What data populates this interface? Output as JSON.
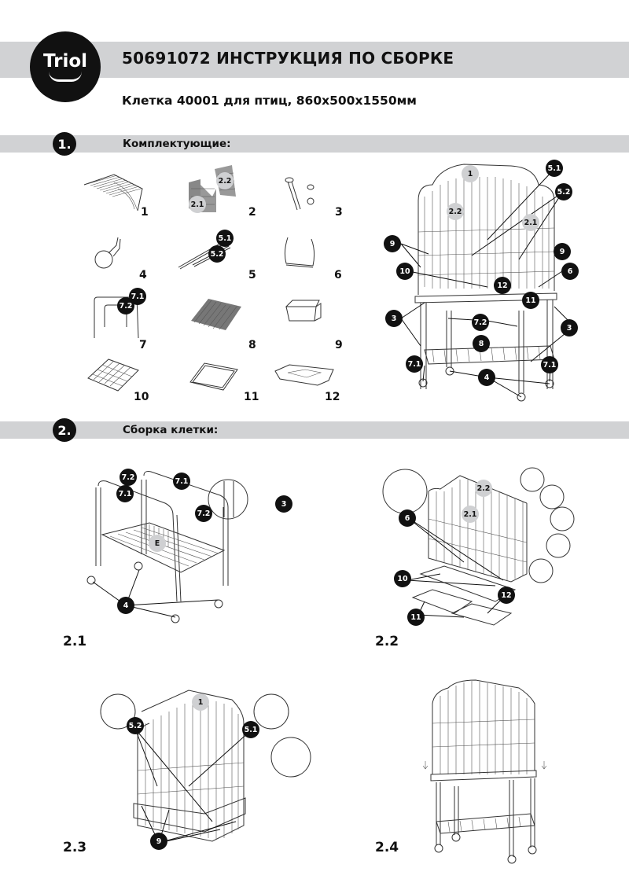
{
  "header": {
    "logo_text": "Triol",
    "title": "50691072 ИНСТРУКЦИЯ ПО СБОРКЕ",
    "subtitle": "Клетка 40001 для птиц, 860x500x1550мм"
  },
  "sections": [
    {
      "number": "1.",
      "title": "Комплектующие:"
    },
    {
      "number": "2.",
      "title": "Сборка клетки:"
    }
  ],
  "parts": [
    {
      "number": "1",
      "icon": "cage-roof-icon"
    },
    {
      "number": "2",
      "icon": "cage-walls-icon",
      "callouts": [
        "2.1",
        "2.2"
      ]
    },
    {
      "number": "3",
      "icon": "bolt-washer-nut-icon"
    },
    {
      "number": "4",
      "icon": "caster-wheel-icon"
    },
    {
      "number": "5",
      "icon": "perches-icon",
      "callouts": [
        "5.1",
        "5.2"
      ]
    },
    {
      "number": "6",
      "icon": "door-handle-icon"
    },
    {
      "number": "7",
      "icon": "stand-frame-icon",
      "callouts": [
        "7.1",
        "7.2"
      ]
    },
    {
      "number": "8",
      "icon": "wire-shelf-icon"
    },
    {
      "number": "9",
      "icon": "feeder-cup-icon"
    },
    {
      "number": "10",
      "icon": "floor-grate-icon"
    },
    {
      "number": "11",
      "icon": "drawer-tray-icon"
    },
    {
      "number": "12",
      "icon": "base-tray-icon"
    }
  ],
  "overview_callouts": [
    "1",
    "2.2",
    "2.1",
    "5.1",
    "5.2",
    "9",
    "9",
    "10",
    "12",
    "6",
    "11",
    "3",
    "3",
    "7.2",
    "8",
    "7.1",
    "7.1",
    "4"
  ],
  "steps": [
    {
      "label": "2.1",
      "callouts": [
        "7.2",
        "7.1",
        "7.1",
        "7.2",
        "E",
        "3",
        "4"
      ]
    },
    {
      "label": "2.2",
      "callouts": [
        "2.2",
        "2.1",
        "6",
        "10",
        "12",
        "11"
      ]
    },
    {
      "label": "2.3",
      "callouts": [
        "1",
        "5.2",
        "5.1",
        "9"
      ]
    },
    {
      "label": "2.4",
      "callouts": []
    }
  ],
  "colors": {
    "bar_grey": "#d1d2d4",
    "badge_black": "#111111",
    "badge_grey": "#cfd0d2"
  }
}
